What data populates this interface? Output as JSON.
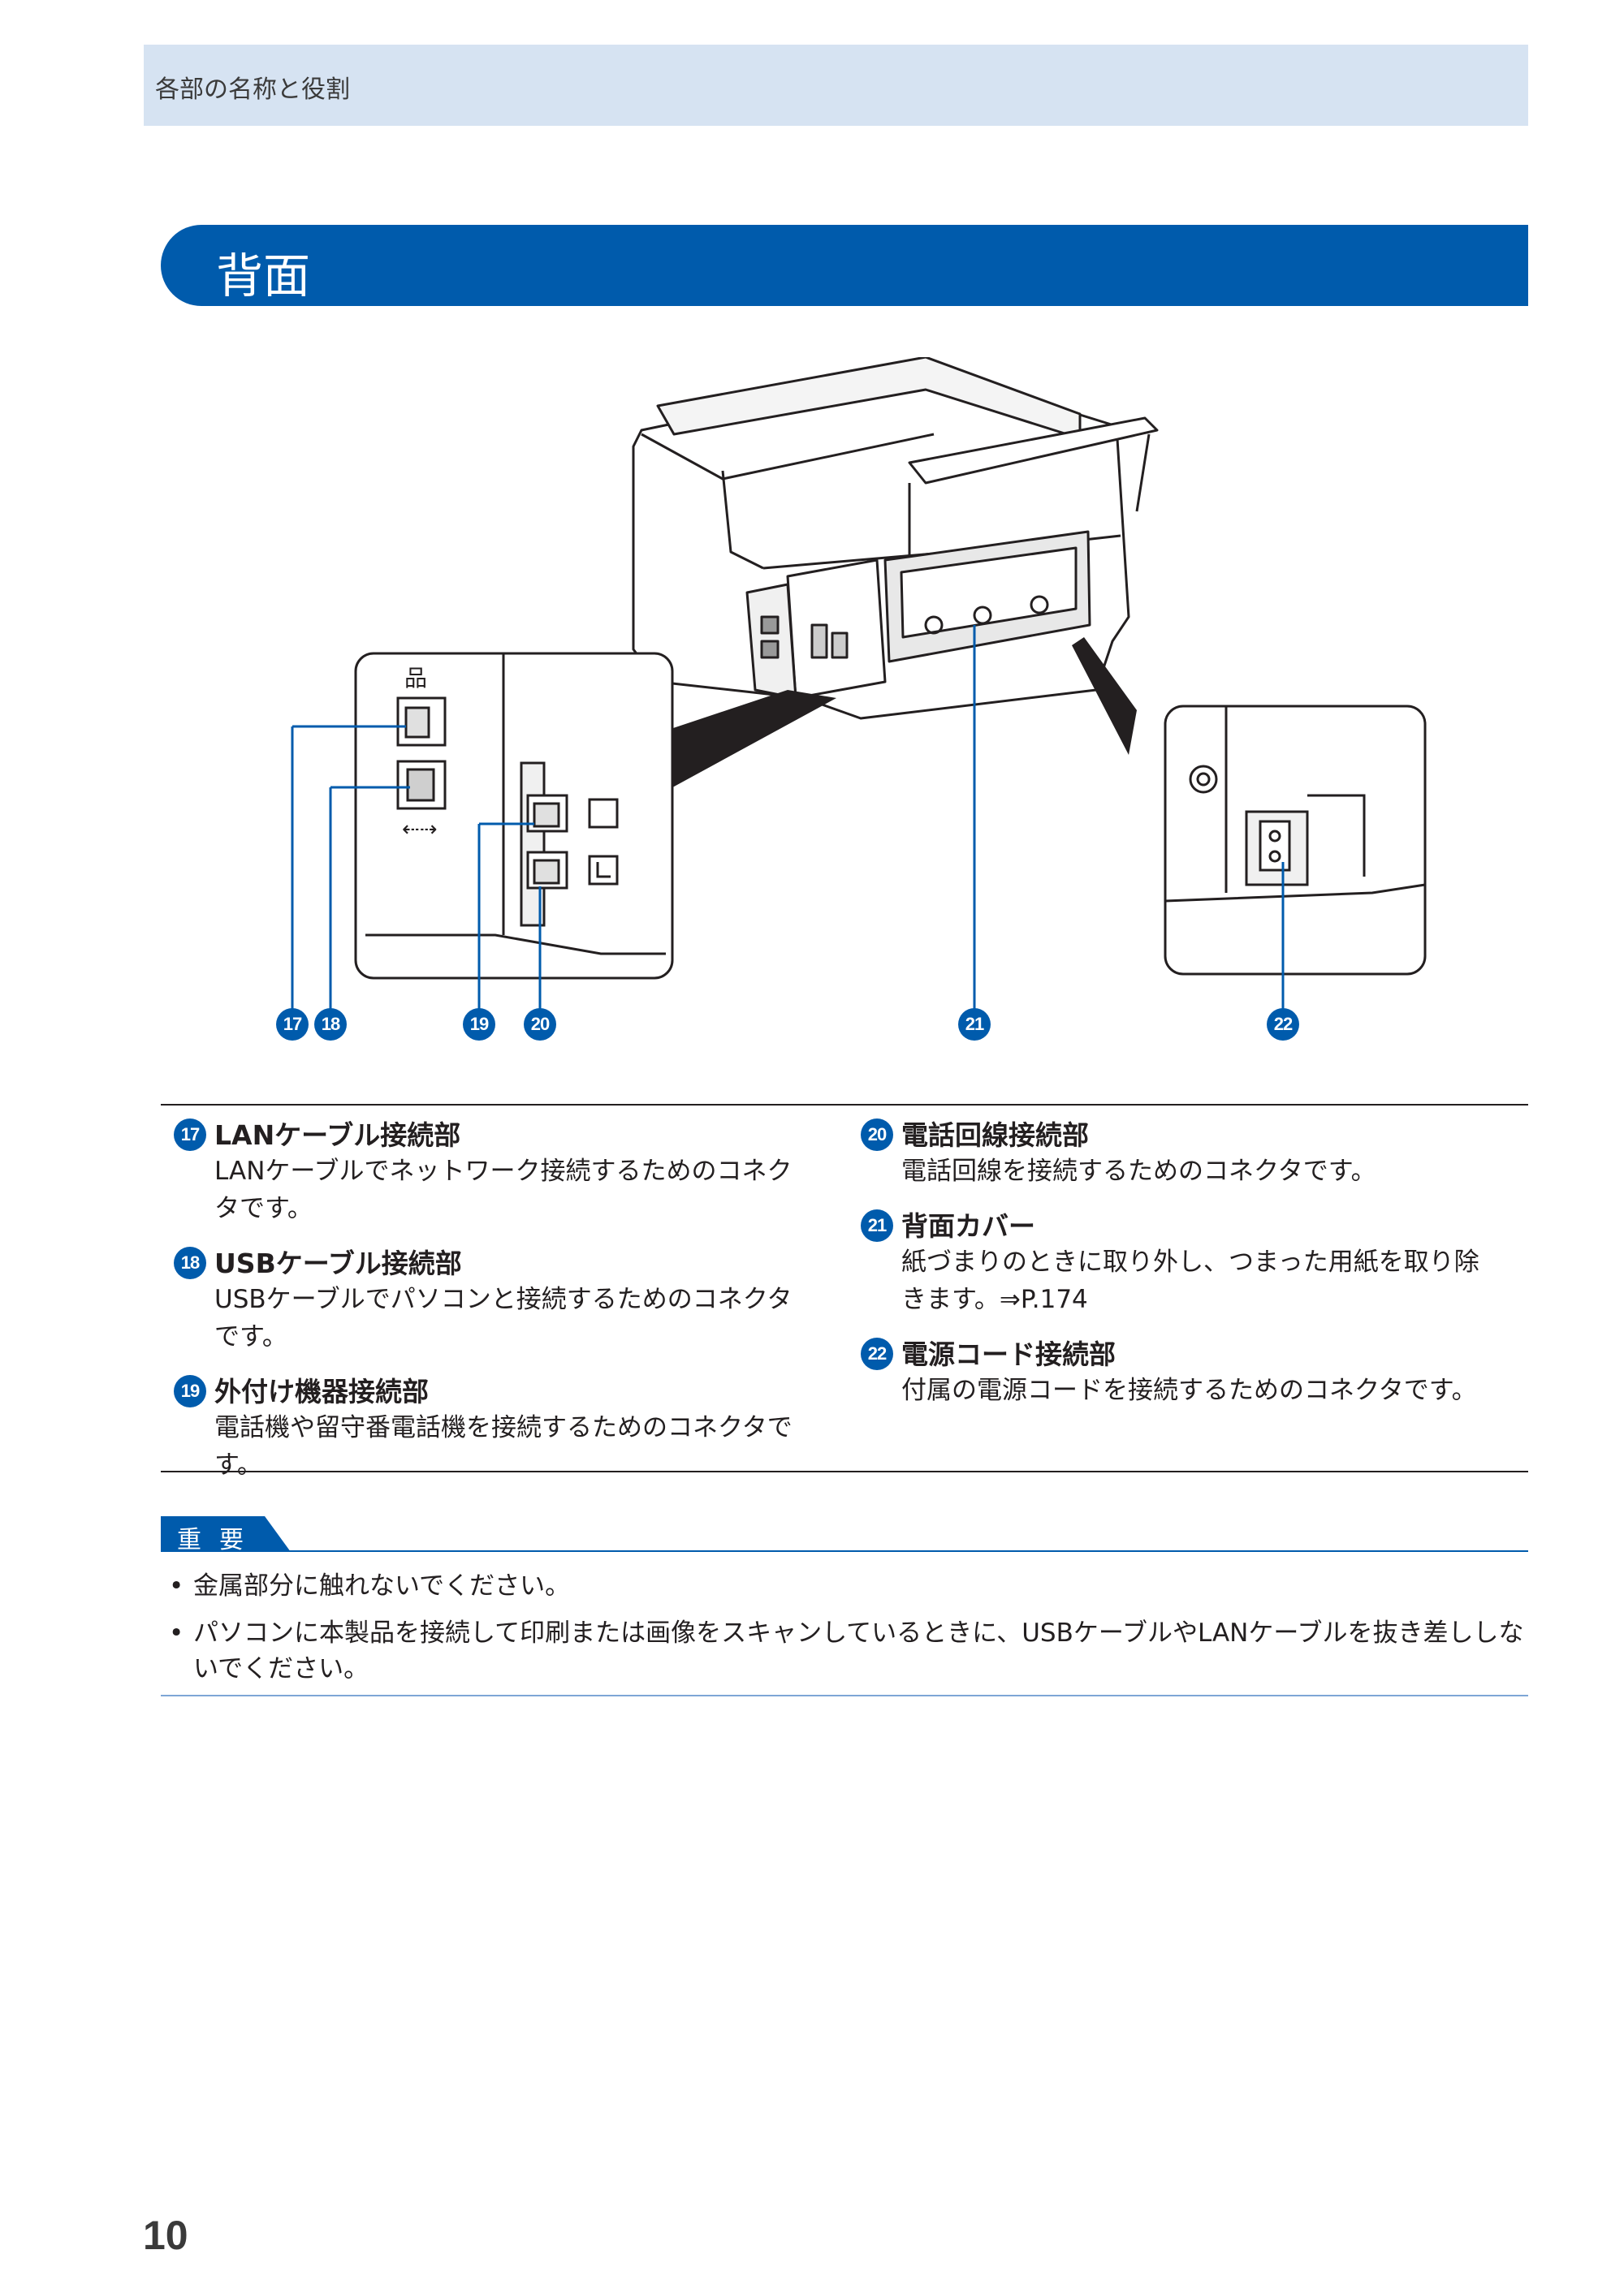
{
  "header": {
    "text": "各部の名称と役割"
  },
  "section": {
    "title": "背面"
  },
  "figure": {
    "callouts": [
      "17",
      "18",
      "19",
      "20",
      "21",
      "22"
    ]
  },
  "descriptions": {
    "left": [
      {
        "num": "17",
        "title": "LANケーブル接続部",
        "body": "LANケーブルでネットワーク接続するためのコネクタです。"
      },
      {
        "num": "18",
        "title": "USBケーブル接続部",
        "body": "USBケーブルでパソコンと接続するためのコネクタです。"
      },
      {
        "num": "19",
        "title": "外付け機器接続部",
        "body": "電話機や留守番電話機を接続するためのコネクタです。"
      }
    ],
    "right": [
      {
        "num": "20",
        "title": "電話回線接続部",
        "body": "電話回線を接続するためのコネクタです。"
      },
      {
        "num": "21",
        "title": "背面カバー",
        "body": "紙づまりのときに取り外し、つまった用紙を取り除きます。⇒P.174"
      },
      {
        "num": "22",
        "title": "電源コード接続部",
        "body": "付属の電源コードを接続するためのコネクタです。"
      }
    ]
  },
  "important": {
    "label": "重要",
    "items": [
      "金属部分に触れないでください。",
      "パソコンに本製品を接続して印刷または画像をスキャンしているときに、USBケーブルやLANケーブルを抜き差ししないでください。"
    ]
  },
  "page_number": "10",
  "colors": {
    "accent": "#005bac",
    "header_band": "#d6e3f2",
    "text": "#231f20"
  }
}
